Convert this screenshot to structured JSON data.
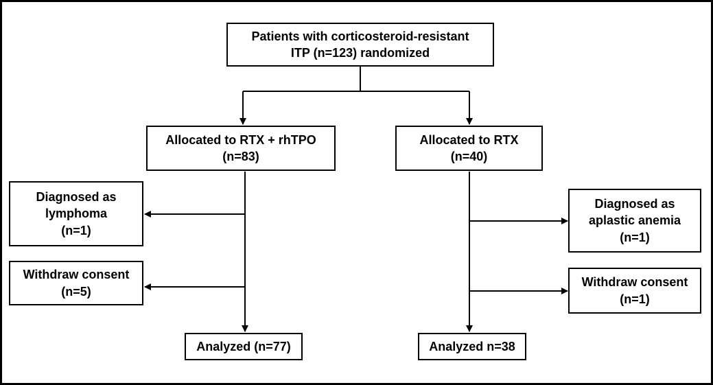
{
  "boxes": {
    "randomized": {
      "line1": "Patients with corticosteroid-resistant",
      "line2": "ITP (n=123) randomized"
    },
    "arm_rtx_rhtpo": {
      "line1": "Allocated to RTX + rhTPO",
      "line2": "(n=83)"
    },
    "arm_rtx": {
      "line1": "Allocated to RTX",
      "line2": "(n=40)"
    },
    "left_lymphoma": {
      "line1": "Diagnosed as",
      "line2": "lymphoma",
      "line3": "(n=1)"
    },
    "left_withdraw": {
      "line1": "Withdraw consent",
      "line2": "(n=5)"
    },
    "right_aplastic": {
      "line1": "Diagnosed as",
      "line2": "aplastic anemia",
      "line3": "(n=1)"
    },
    "right_withdraw": {
      "line1": "Withdraw consent",
      "line2": "(n=1)"
    },
    "left_analyzed": {
      "line1": "Analyzed (n=77)"
    },
    "right_analyzed": {
      "line1": "Analyzed n=38"
    }
  },
  "colors": {
    "stroke": "#000000",
    "background": "#ffffff"
  }
}
